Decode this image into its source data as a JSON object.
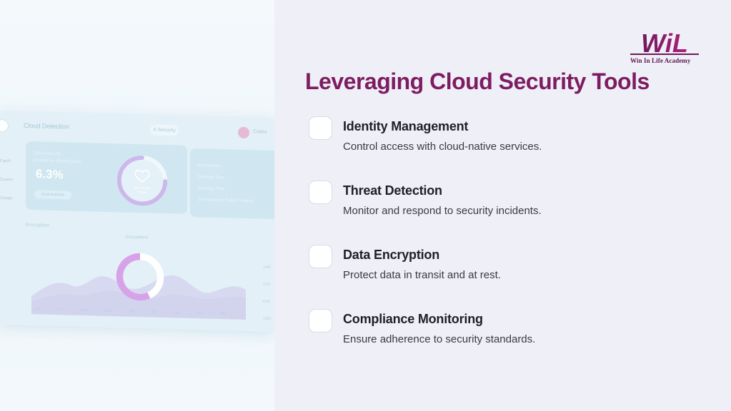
{
  "left_panel": {
    "dashboard": {
      "title": "Cloud Detection",
      "pill": "A Security",
      "user_name": "Ciales",
      "nav": [
        "Fatch",
        "Career",
        "Ginger"
      ],
      "card1": {
        "caption_line1": "Threat security",
        "caption_line2": "(intently for clouding aoc)",
        "big_value": "6.3%",
        "button": "Crest Anection",
        "ring_caption_line1": "Sell security",
        "ring_caption_line2": "Status"
      },
      "card2": {
        "heading": "Encryptione",
        "row1": "Seetings Toss",
        "row2": "Enctings Tess",
        "row3": "10 Womby for Fullted Statuls"
      },
      "chart_label": "Encryption",
      "chart_sub": "Encryptione",
      "x_ticks": "128 2.31 1030 8.52 445 180 448 534 400",
      "y_ticks": [
        "1400",
        "2:50",
        "6:00",
        "1000"
      ]
    }
  },
  "logo": {
    "mark": "WiL",
    "caption": "Win In Life Academy",
    "color": "#8a1f6a"
  },
  "title": "Leveraging Cloud Security Tools",
  "items": [
    {
      "title": "Identity Management",
      "desc": "Control access with cloud-native services."
    },
    {
      "title": "Threat Detection",
      "desc": "Monitor and respond to security incidents."
    },
    {
      "title": "Data Encryption",
      "desc": "Protect data in transit and at rest."
    },
    {
      "title": "Compliance Monitoring",
      "desc": "Ensure adherence to security standards."
    }
  ],
  "colors": {
    "title": "#7d1d61",
    "background": "#efeff7",
    "text": "#1f1f26"
  }
}
